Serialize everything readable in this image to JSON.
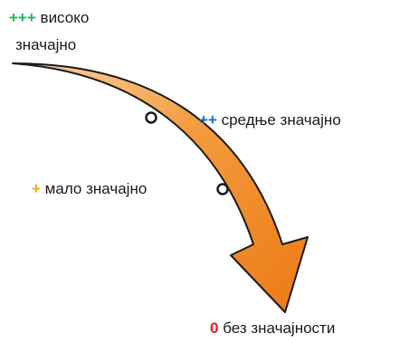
{
  "levels": {
    "high": {
      "symbol": "+++",
      "text_line1": "високо",
      "text_line2": "значајно",
      "color": "#1db954"
    },
    "medium": {
      "symbol": "++",
      "text": "средње значајно",
      "color": "#1e6bd6"
    },
    "low": {
      "symbol": "+",
      "text": "мало значајно",
      "color": "#f5a623"
    },
    "none": {
      "symbol": "0",
      "text": "без значајности",
      "color": "#e02020"
    }
  },
  "arrow": {
    "fill": "#f28c28",
    "stroke": "#1a1a1a"
  }
}
